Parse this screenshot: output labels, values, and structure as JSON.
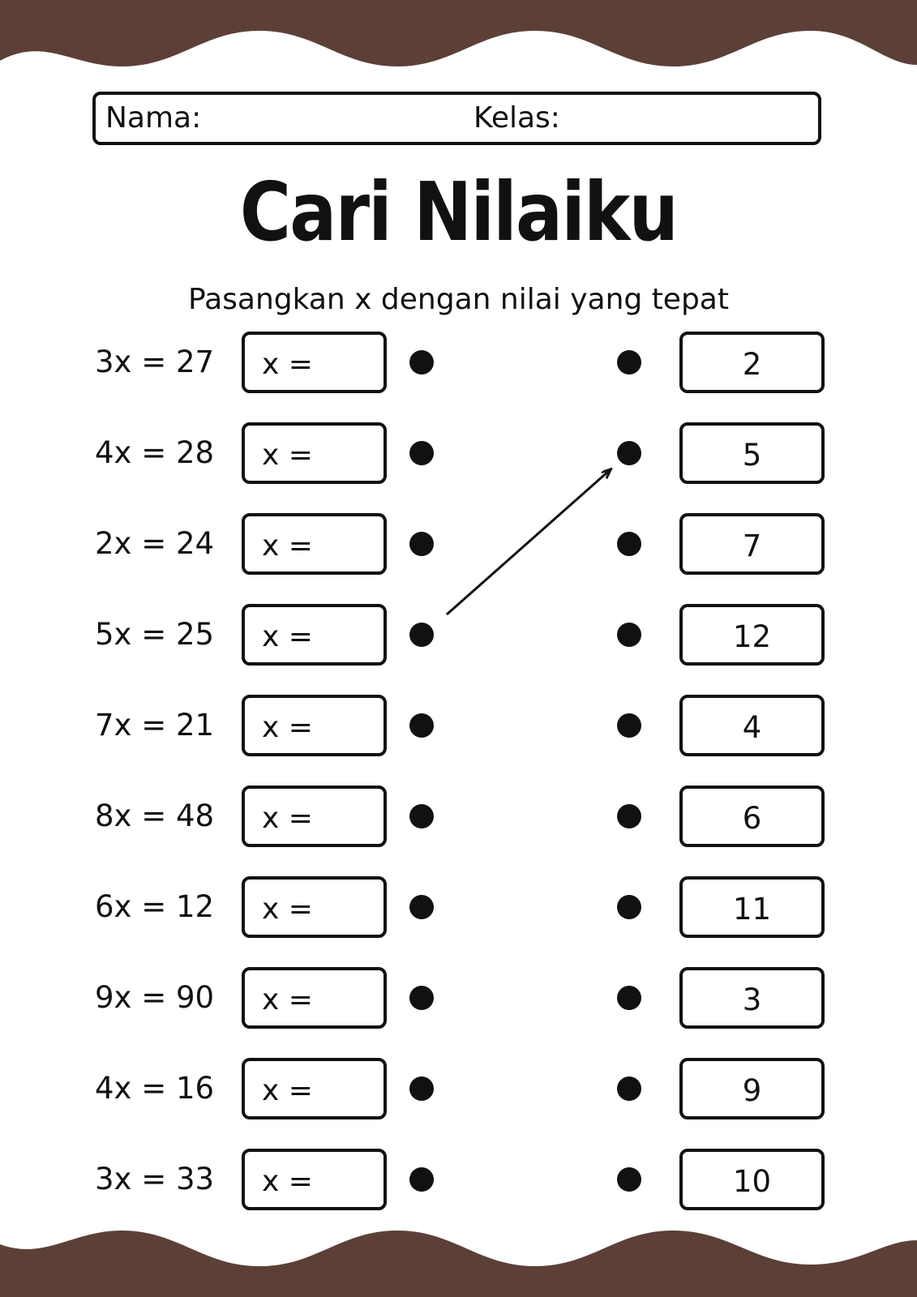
{
  "colors": {
    "wave": "#5c4037",
    "ink": "#111111",
    "paper": "#ffffff"
  },
  "header": {
    "name_label": "Nama:",
    "class_label": "Kelas:"
  },
  "title": "Cari Nilaiku",
  "instruction": "Pasangkan x dengan nilai yang tepat",
  "answer_prefix": "x =",
  "rows": [
    {
      "equation": "3x = 27",
      "value": "2"
    },
    {
      "equation": "4x = 28",
      "value": "5"
    },
    {
      "equation": "2x = 24",
      "value": "7"
    },
    {
      "equation": "5x = 25",
      "value": "12"
    },
    {
      "equation": "7x = 21",
      "value": "4"
    },
    {
      "equation": "8x = 48",
      "value": "6"
    },
    {
      "equation": "6x = 12",
      "value": "11"
    },
    {
      "equation": "9x = 90",
      "value": "3"
    },
    {
      "equation": "4x = 16",
      "value": "9"
    },
    {
      "equation": "3x = 33",
      "value": "10"
    }
  ],
  "example_connection": {
    "from_equation": "5x = 25",
    "to_value": "5"
  }
}
